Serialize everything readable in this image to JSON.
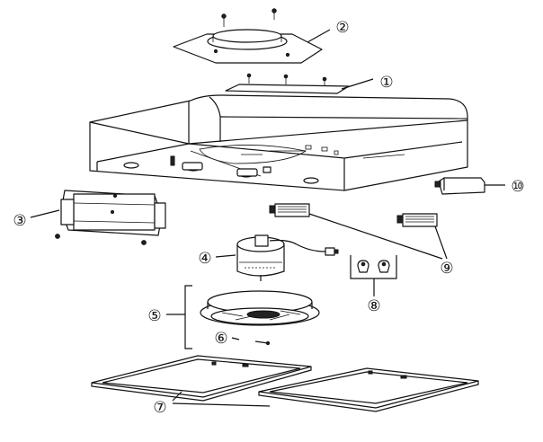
{
  "diagram": {
    "callouts": [
      {
        "id": "c1",
        "label": "①"
      },
      {
        "id": "c2",
        "label": "②"
      },
      {
        "id": "c3",
        "label": "③"
      },
      {
        "id": "c4",
        "label": "④"
      },
      {
        "id": "c5",
        "label": "⑤"
      },
      {
        "id": "c6",
        "label": "⑥"
      },
      {
        "id": "c7",
        "label": "⑦"
      },
      {
        "id": "c8",
        "label": "⑧"
      },
      {
        "id": "c9",
        "label": "⑨"
      },
      {
        "id": "c10",
        "label": "⑩"
      }
    ]
  }
}
